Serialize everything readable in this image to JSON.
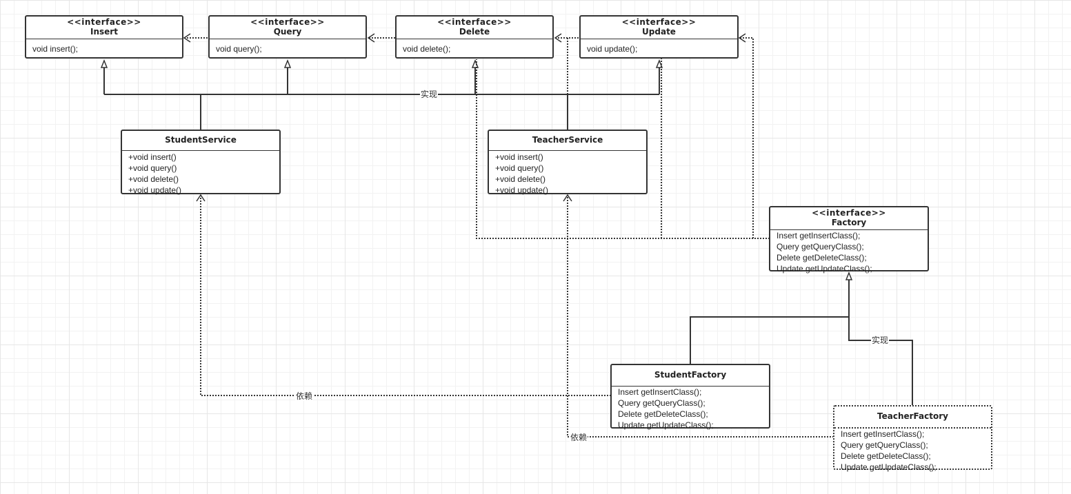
{
  "stereotype": "<<interface>>",
  "classes": {
    "insert": {
      "name": "Insert",
      "members": [
        "void insert();"
      ]
    },
    "query": {
      "name": "Query",
      "members": [
        "void query();"
      ]
    },
    "delete": {
      "name": "Delete",
      "members": [
        "void delete();"
      ]
    },
    "update": {
      "name": "Update",
      "members": [
        "void update();"
      ]
    },
    "student_service": {
      "name": "StudentService",
      "members": [
        "+void insert()",
        "+void query()",
        "+void delete()",
        "+void update()"
      ]
    },
    "teacher_service": {
      "name": "TeacherService",
      "members": [
        "+void insert()",
        "+void query()",
        "+void delete()",
        "+void update()"
      ]
    },
    "factory": {
      "name": "Factory",
      "members": [
        "Insert getInsertClass();",
        "Query getQueryClass();",
        "Delete getDeleteClass();",
        "Update getUpdateClass();"
      ]
    },
    "student_factory": {
      "name": "StudentFactory",
      "members": [
        "Insert getInsertClass();",
        "Query getQueryClass();",
        "Delete getDeleteClass();",
        "Update getUpdateClass();"
      ]
    },
    "teacher_factory": {
      "name": "TeacherFactory",
      "members": [
        "Insert getInsertClass();",
        "Query getQueryClass();",
        "Delete getDeleteClass();",
        "Update getUpdateClass();"
      ]
    }
  },
  "labels": {
    "implements_top": "实现",
    "implements_factory": "实现",
    "depends_student": "依赖",
    "depends_teacher": "依赖"
  },
  "colors": {
    "line": "#333333",
    "grid": "#e6e6e6"
  }
}
